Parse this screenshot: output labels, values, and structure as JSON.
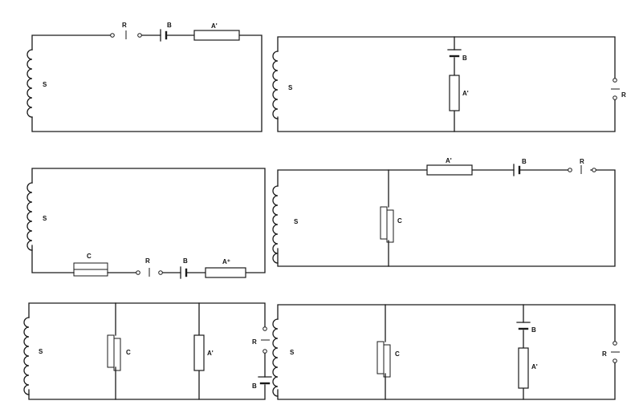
{
  "labels": {
    "coil": "S",
    "resistor": "A'",
    "resistor_alt": "A⁺",
    "battery": "B",
    "key": "R",
    "condenser": "C"
  },
  "colors": {
    "ink": "#1a1a1a",
    "paper": "#ffffff"
  },
  "icons": {
    "coil": "coil-icon",
    "resistor": "resistor-icon",
    "battery": "battery-icon",
    "key": "switch-icon",
    "condenser": "condenser-icon"
  }
}
